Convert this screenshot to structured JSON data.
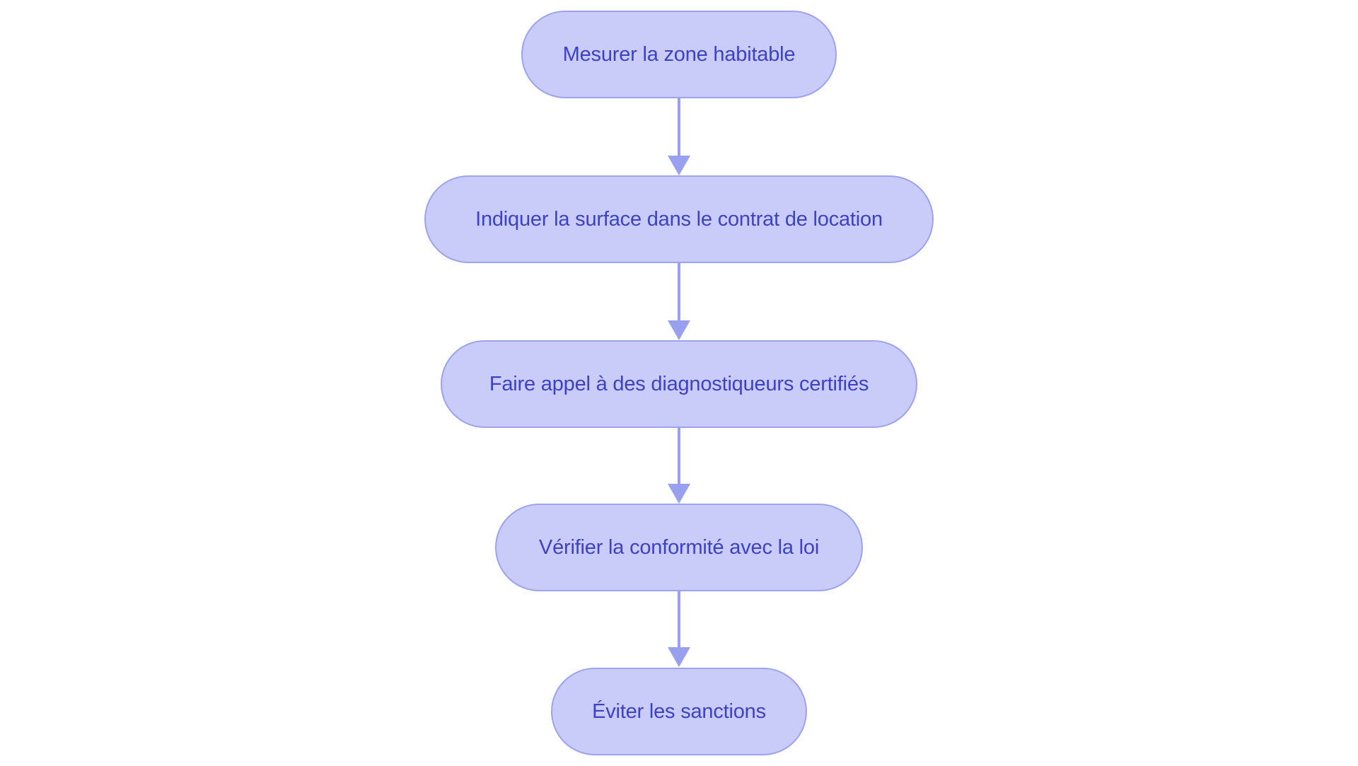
{
  "flowchart": {
    "type": "flowchart-vertical",
    "nodes": [
      {
        "id": "step-1",
        "label": "Mesurer la zone habitable"
      },
      {
        "id": "step-2",
        "label": "Indiquer la surface dans le contrat de location"
      },
      {
        "id": "step-3",
        "label": "Faire appel à des diagnostiqueurs certifiés"
      },
      {
        "id": "step-4",
        "label": "Vérifier la conformité avec la loi"
      },
      {
        "id": "step-5",
        "label": "Éviter les sanctions"
      }
    ],
    "edges": [
      {
        "from": "step-1",
        "to": "step-2"
      },
      {
        "from": "step-2",
        "to": "step-3"
      },
      {
        "from": "step-3",
        "to": "step-4"
      },
      {
        "from": "step-4",
        "to": "step-5"
      }
    ],
    "theme": {
      "node_fill": "#c9cbf8",
      "node_border": "#9da3ef",
      "node_text": "#3d42c4",
      "arrow": "#99a0f0",
      "background": "#ffffff"
    }
  }
}
